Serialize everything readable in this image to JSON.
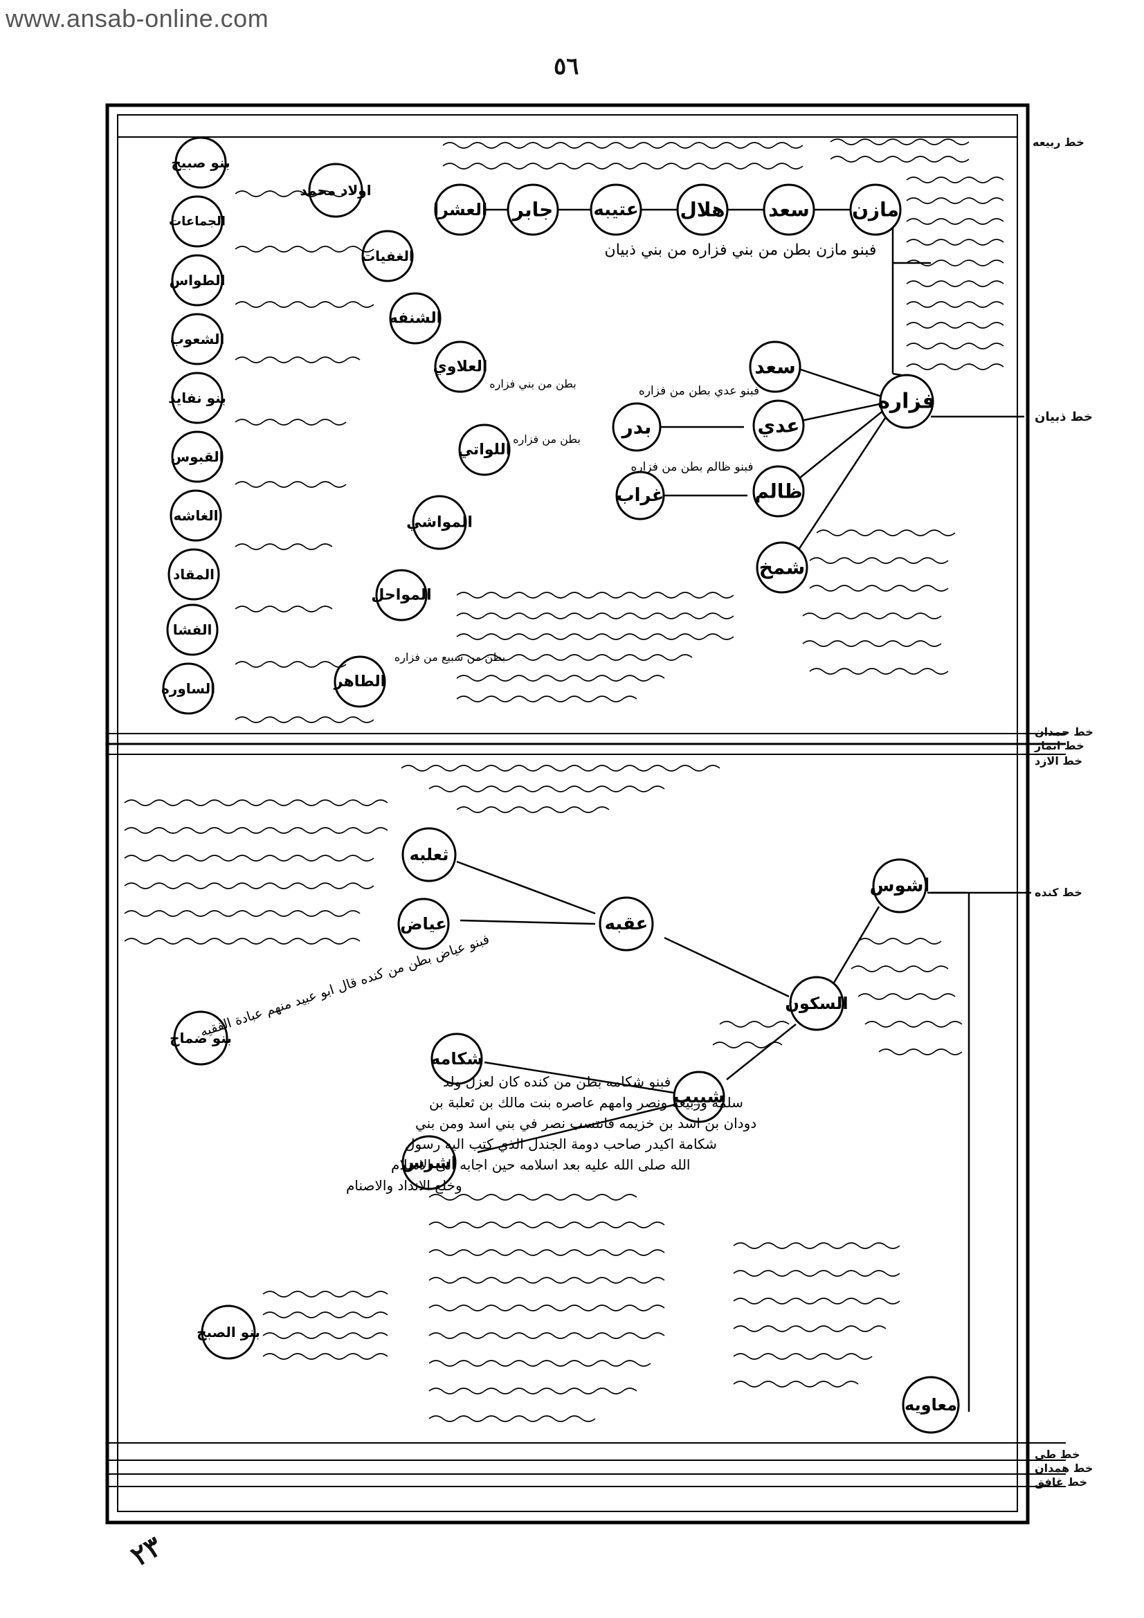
{
  "site_url": "www.ansab-online.com",
  "page_number": "٥٦",
  "corner_number": "٢٣",
  "line_labels": {
    "rabia": "خط ربيعه",
    "dhubyan": "خط ذبيان",
    "hamdan_top": "خط حمدان",
    "anmar": "خط انمار",
    "azd": "خط الازد",
    "kinda": "خط كنده",
    "tay": "خط طي",
    "hamdan_bottom": "خط همدان",
    "ghafiq": "خط غافق"
  },
  "top_section": {
    "root": "فزاره",
    "chain": [
      "مازن",
      "سعد",
      "هلال",
      "عتيبه",
      "جابر",
      "العشرا"
    ],
    "chain_caption": "فبنو مازن بطن من بني فزاره من بني ذبيان",
    "branches": [
      "سعد",
      "عدي",
      "ظالم",
      "شمخ"
    ],
    "sub_branches": [
      "بدر",
      "غراب"
    ],
    "branch_notes": [
      "فبنو عدي بطن من فزاره",
      "فبنو ظالم بطن من فزاره"
    ],
    "inner_nodes": [
      "اولاد محمد",
      "الغفيات",
      "الشنفه",
      "العلاوي",
      "اللواتي",
      "المواشي",
      "المواحل",
      "الطاهر"
    ],
    "inner_notes": [
      "بطن من فزاره",
      "بطن من بني فزاره",
      "بطن من سبيع من فزاره"
    ],
    "left_column": [
      "بنو صبيح",
      "الجماعات",
      "الطواس",
      "الشعوب",
      "بنو نفايد",
      "القبوس",
      "الغاشه",
      "المقاد",
      "الفشا",
      "الساوره"
    ]
  },
  "bottom_section": {
    "root": "اشوس",
    "mid": "السكون",
    "branches": [
      "عقبه",
      "شبيب"
    ],
    "akaba_children": [
      "ثعلبه",
      "عياض"
    ],
    "shabib_children": [
      "شكامه",
      "اشرس"
    ],
    "other_nodes": [
      "بنو ضماخ",
      "بنو الصبح",
      "معاويه"
    ],
    "ayad_note": "فبنو عياض بطن من كنده قال ابو عبيد منهم عبادة الفقيه",
    "shakama_note": [
      "فبنو شكامه بطن من كنده كان لعزل ولد",
      "سلمه وربيعه ونصر وامهم عاصره بنت مالك بن ثعلبة بن",
      "دودان بن اسد بن خزيمه فانتسب نصر في بني اسد ومن بني",
      "شكامة اكيدر صاحب دومة الجندل الذي كتب اليه رسول",
      "الله صلى الله عليه بعد اسلامه حين اجابه الى الاسلام",
      "وخلع الانداد والاصنام"
    ]
  }
}
